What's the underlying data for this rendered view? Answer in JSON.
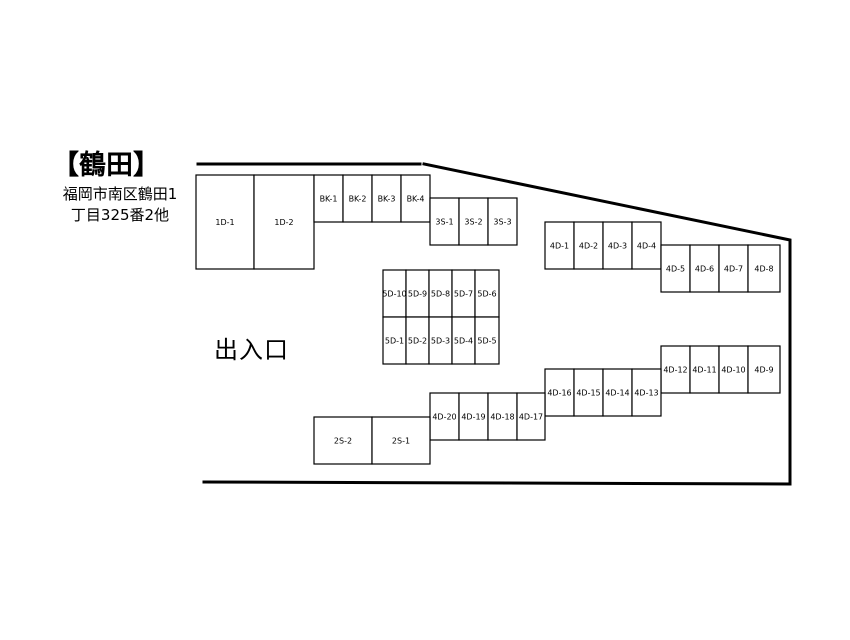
{
  "title": "【鶴田】",
  "address": {
    "line1": "福岡市南区鶴田1",
    "line2": "丁目325番2他"
  },
  "entrance_label": "出入口",
  "lots": [
    {
      "id": "1D-1"
    },
    {
      "id": "1D-2"
    },
    {
      "id": "BK-1"
    },
    {
      "id": "BK-2"
    },
    {
      "id": "BK-3"
    },
    {
      "id": "BK-4"
    },
    {
      "id": "3S-1"
    },
    {
      "id": "3S-2"
    },
    {
      "id": "3S-3"
    },
    {
      "id": "4D-1"
    },
    {
      "id": "4D-2"
    },
    {
      "id": "4D-3"
    },
    {
      "id": "4D-4"
    },
    {
      "id": "4D-5"
    },
    {
      "id": "4D-6"
    },
    {
      "id": "4D-7"
    },
    {
      "id": "4D-8"
    },
    {
      "id": "5D-10"
    },
    {
      "id": "5D-9"
    },
    {
      "id": "5D-8"
    },
    {
      "id": "5D-7"
    },
    {
      "id": "5D-6"
    },
    {
      "id": "5D-1"
    },
    {
      "id": "5D-2"
    },
    {
      "id": "5D-3"
    },
    {
      "id": "5D-4"
    },
    {
      "id": "5D-5"
    },
    {
      "id": "4D-12"
    },
    {
      "id": "4D-11"
    },
    {
      "id": "4D-10"
    },
    {
      "id": "4D-9"
    },
    {
      "id": "4D-16"
    },
    {
      "id": "4D-15"
    },
    {
      "id": "4D-14"
    },
    {
      "id": "4D-13"
    },
    {
      "id": "4D-20"
    },
    {
      "id": "4D-19"
    },
    {
      "id": "4D-18"
    },
    {
      "id": "4D-17"
    },
    {
      "id": "2S-2"
    },
    {
      "id": "2S-1"
    }
  ]
}
